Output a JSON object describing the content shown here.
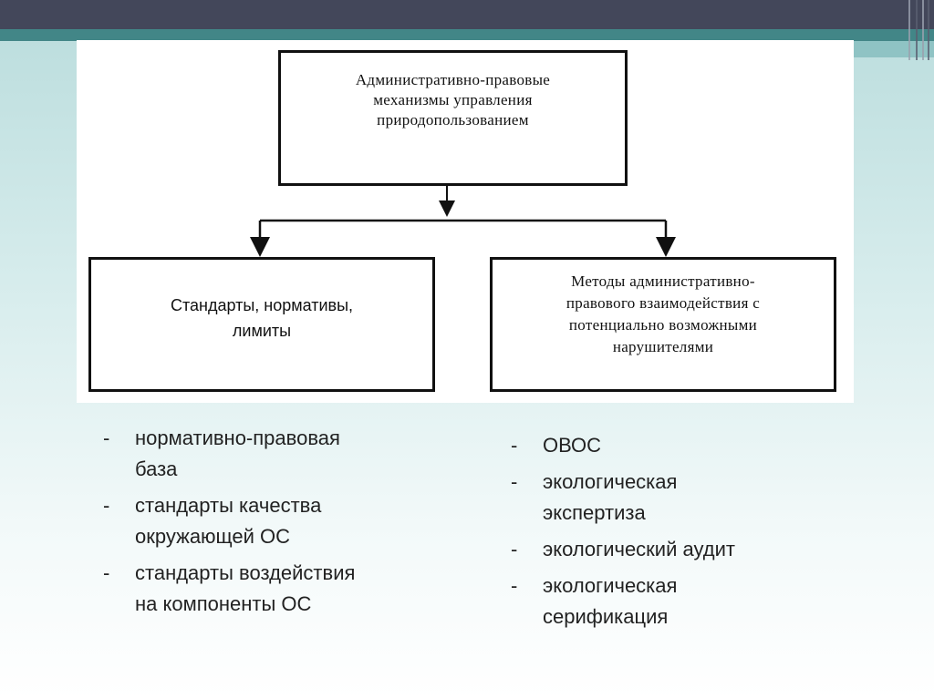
{
  "diagram": {
    "top_box": [
      "Административно-правовые",
      "механизмы управления",
      "природопользованием"
    ],
    "left_box": [
      "Стандарты, нормативы,",
      "лимиты"
    ],
    "right_box": [
      "Методы административно-",
      "правового взаимодействия с",
      "потенциально возможными",
      "нарушителями"
    ]
  },
  "left_list": {
    "dash": "-",
    "items": [
      [
        "нормативно-правовая",
        "база"
      ],
      [
        "стандарты качества",
        "окружающей ОС"
      ],
      [
        "стандарты воздействия",
        "на компоненты ОС"
      ]
    ]
  },
  "right_list": {
    "dash": "-",
    "items": [
      [
        "ОВОС"
      ],
      [
        "экологическая",
        "экспертиза"
      ],
      [
        "экологический аудит"
      ],
      [
        "экологическая",
        "серификация"
      ]
    ]
  }
}
